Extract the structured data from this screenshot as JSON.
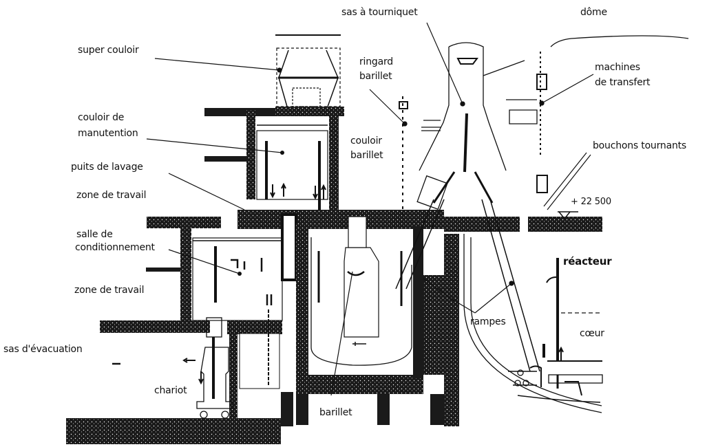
{
  "diagram": {
    "title": "Manutention du combustible — réacteur",
    "colors": {
      "ink": "#111111",
      "paper": "#ffffff",
      "concrete": "#1a1a1a"
    },
    "labels": {
      "super_couloir": "super couloir",
      "couloir_de": "couloir de",
      "manutention": "manutention",
      "puits_de_lavage": "puits de lavage",
      "zone_de_travail_1": "zone de travail",
      "salle_de": "salle de",
      "conditionnement": "conditionnement",
      "zone_de_travail_2": "zone de travail",
      "sas_evacuation": "sas d'évacuation",
      "chariot": "chariot",
      "barillet": "barillet",
      "sas_tourniquet": "sas à tourniquet",
      "ringard": "ringard",
      "ringard_barillet": "barillet",
      "couloir": "couloir",
      "couloir_barillet": "barillet",
      "dome": "dôme",
      "machines": "machines",
      "de_transfert": "de transfert",
      "bouchons_tournants": "bouchons tournants",
      "elevation": "+ 22 500",
      "reacteur": "réacteur",
      "rampes": "rampes",
      "coeur": "cœur"
    }
  }
}
